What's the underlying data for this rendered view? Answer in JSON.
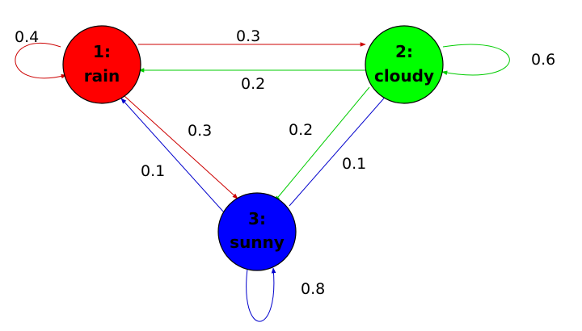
{
  "nodes": [
    {
      "id": "rain",
      "name_line1": "1:",
      "name_line2": "rain",
      "color": "#ff0000"
    },
    {
      "id": "cloudy",
      "name_line1": "2:",
      "name_line2": "cloudy",
      "color": "#00ff00"
    },
    {
      "id": "sunny",
      "name_line1": "3:",
      "name_line2": "sunny",
      "color": "#0000ff"
    }
  ],
  "edges": [
    {
      "from": "rain",
      "to": "rain",
      "label": "0.4",
      "color": "#cc0000"
    },
    {
      "from": "rain",
      "to": "cloudy",
      "label": "0.3",
      "color": "#cc0000"
    },
    {
      "from": "rain",
      "to": "sunny",
      "label": "0.3",
      "color": "#cc0000"
    },
    {
      "from": "cloudy",
      "to": "rain",
      "label": "0.2",
      "color": "#00cc00"
    },
    {
      "from": "cloudy",
      "to": "cloudy",
      "label": "0.6",
      "color": "#00cc00"
    },
    {
      "from": "cloudy",
      "to": "sunny",
      "label": "0.2",
      "color": "#00cc00"
    },
    {
      "from": "sunny",
      "to": "rain",
      "label": "0.1",
      "color": "#0000cc"
    },
    {
      "from": "sunny",
      "to": "cloudy",
      "label": "0.1",
      "color": "#0000cc"
    },
    {
      "from": "sunny",
      "to": "sunny",
      "label": "0.8",
      "color": "#0000cc"
    }
  ]
}
